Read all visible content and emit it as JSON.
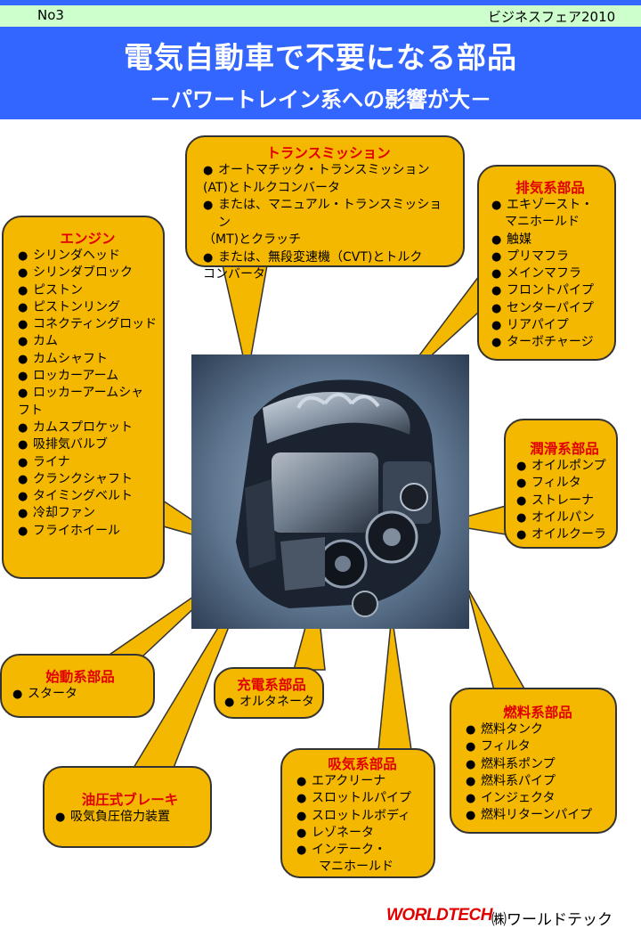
{
  "header": {
    "number": "No3",
    "event": "ビジネスフェア2010",
    "title": "電気自動車で不要になる部品",
    "subtitle": "－パワートレイン系への影響が大－"
  },
  "boxes": {
    "engine": {
      "title": "エンジン",
      "items": [
        "シリンダヘッド",
        "シリンダブロック",
        "ピストン",
        "ピストンリング",
        "コネクティングロッド",
        "カム",
        "カムシャフト",
        "ロッカーアーム",
        "ロッカーアームシャ",
        "カムスプロケット",
        "吸排気バルブ",
        "ライナ",
        "クランクシャフト",
        "タイミングベルト",
        "冷却ファン",
        "フライホイール"
      ],
      "item8_cont": "フト"
    },
    "transmission": {
      "title": "トランスミッション",
      "items": [
        "オートマチック・トランスミッション",
        "または、マニュアル・トランスミッション",
        "または、無段変速機（CVT)とトルク"
      ],
      "conts": [
        "(AT)とトルクコンバータ",
        "（MT)とクラッチ",
        "コンバータ"
      ]
    },
    "exhaust": {
      "title": "排気系部品",
      "items": [
        "エキゾースト・",
        "触媒",
        "プリマフラ",
        "メインマフラ",
        "フロントパイプ",
        "センターパイプ",
        "リアパイプ",
        "ターボチャージ"
      ],
      "item0_cont": "マニホールド"
    },
    "lubrication": {
      "title": "潤滑系部品",
      "items": [
        "オイルポンプ",
        "フィルタ",
        "ストレーナ",
        "オイルパン",
        "オイルクーラ"
      ]
    },
    "starter": {
      "title": "始動系部品",
      "items": [
        "スタータ"
      ]
    },
    "charging": {
      "title": "充電系部品",
      "items": [
        "オルタネータ"
      ]
    },
    "fuel": {
      "title": "燃料系部品",
      "items": [
        "燃料タンク",
        "フィルタ",
        "燃料系ポンプ",
        "燃料系パイプ",
        "インジェクタ",
        "燃料リターンパイプ"
      ]
    },
    "brake": {
      "title": "油圧式ブレーキ",
      "items": [
        "吸気負圧倍力装置"
      ]
    },
    "intake": {
      "title": "吸気系部品",
      "items": [
        "エアクリーナ",
        "スロットルパイプ",
        "スロットルボディ",
        "レゾネータ",
        "インテーク・"
      ],
      "item4_cont": "マニホールド"
    }
  },
  "footer": {
    "logo": "WORLDTECH",
    "company": "㈱ワールドテック"
  },
  "colors": {
    "banner": "#3366ff",
    "header_strip": "#ccffcc",
    "callout_fill": "#f5b800",
    "callout_title": "#e00000"
  }
}
